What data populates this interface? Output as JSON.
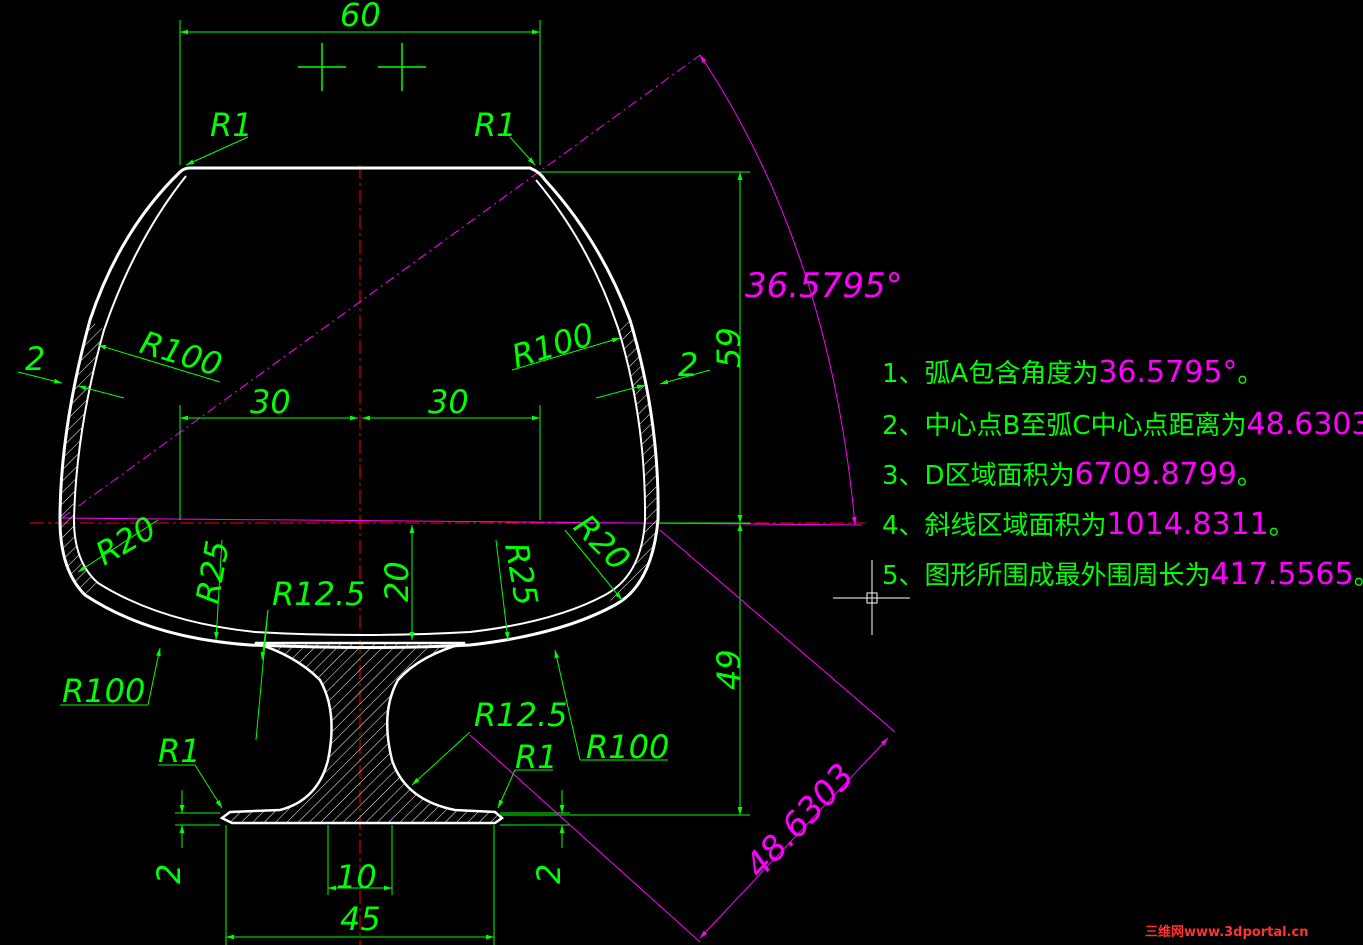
{
  "dimensions": {
    "top_width": "60",
    "r1_top_left": "R1",
    "r1_top_right": "R1",
    "left_thickness": "2",
    "r100_left": "R100",
    "r100_right": "R100",
    "right_thickness": "2",
    "height_upper": "59",
    "half_left": "30",
    "half_right": "30",
    "r20_left": "R20",
    "r20_right": "R20",
    "r25_left": "R25",
    "r25_right": "R25",
    "r12_5_left": "R12.5",
    "r12_5_right": "R12.5",
    "stem_offset": "20",
    "height_lower": "49",
    "r100_lower_left": "R100",
    "r100_lower_right": "R100",
    "r1_bottom_left": "R1",
    "r1_bottom_right": "R1",
    "base_thickness_left": "2",
    "base_thickness_right": "2",
    "stem_width": "10",
    "base_width": "45",
    "angle": "36.5795°",
    "distance": "48.6303"
  },
  "notes": [
    {
      "label": "1、弧A包含角度为",
      "value": "36.5795°",
      "end": "。"
    },
    {
      "label": "2、中心点B至弧C中心点距离为",
      "value": "48.6303",
      "end": "。"
    },
    {
      "label": "3、D区域面积为",
      "value": "6709.8799",
      "end": "。"
    },
    {
      "label": "4、斜线区域面积为",
      "value": "1014.8311",
      "end": "。"
    },
    {
      "label": "5、图形所围成最外围周长为",
      "value": "417.5565",
      "end": "。"
    }
  ],
  "watermark": "三维网www.3dportal.cn",
  "colors": {
    "background": "#000000",
    "outline": "#ffffff",
    "dimension": "#00ff00",
    "center_line": "#ff0000",
    "annotation": "#ff00ff"
  }
}
